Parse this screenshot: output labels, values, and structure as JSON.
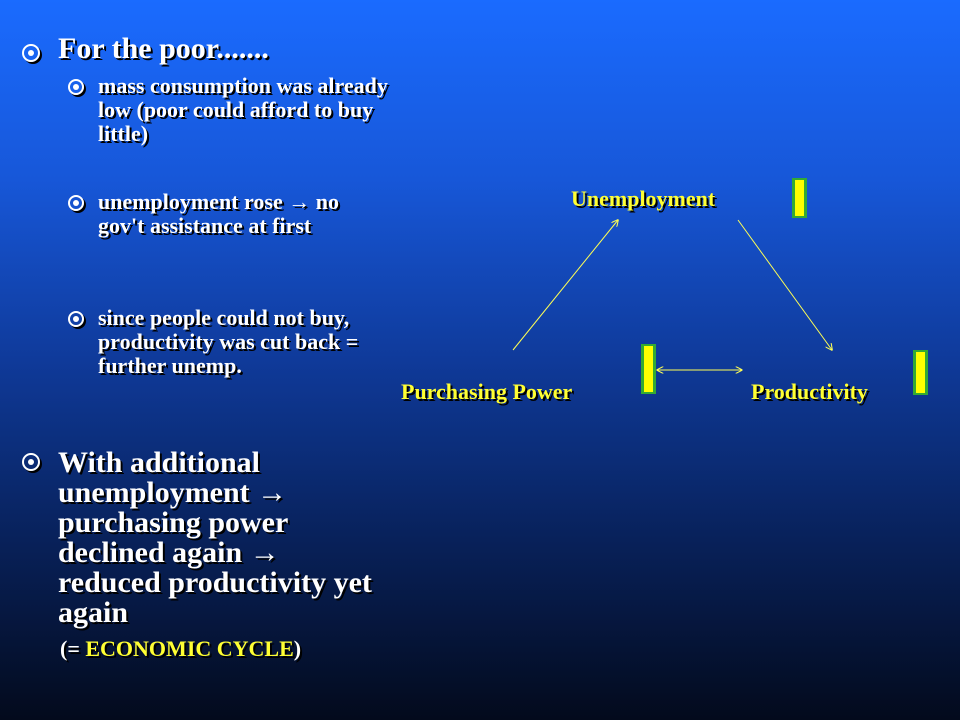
{
  "bullets": {
    "heading": "For the poor.......",
    "sub": [
      "mass consumption was already low (poor could afford to buy little)",
      "unemployment rose → no gov't assistance at first",
      "since people could not buy, productivity was cut back = further unemp."
    ],
    "main": "With additional unemployment → purchasing power declined again → reduced productivity yet again",
    "cycle_open": "(= ",
    "cycle_label": "ECONOMIC CYCLE",
    "cycle_close": ")"
  },
  "diagram": {
    "node_unemployment": "Unemployment",
    "node_purchasing": "Purchasing Power",
    "node_productivity": "Productivity",
    "unemployment_trend": "up-arrow-icon",
    "purchasing_trend": "down-arrow-icon",
    "productivity_trend": "down-arrow-icon",
    "colors": {
      "label": "#ffff33",
      "line": "#ffff55",
      "arrow_fill": "#ffff00",
      "arrow_outline": "#33aa33"
    }
  }
}
